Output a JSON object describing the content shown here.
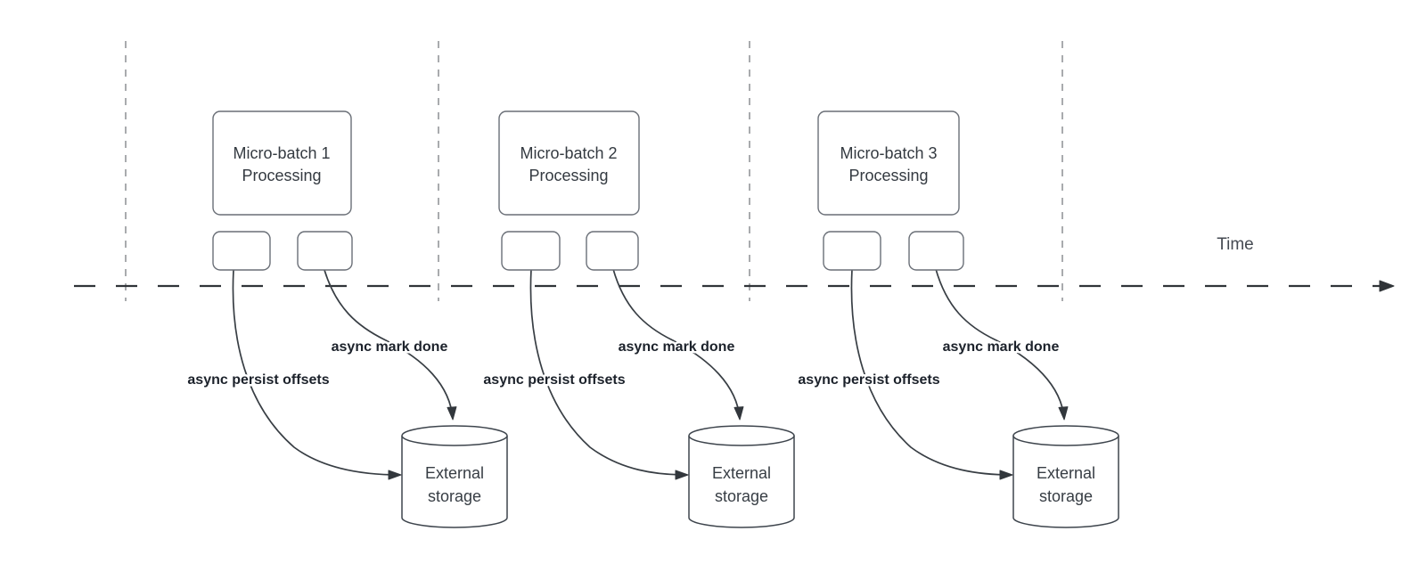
{
  "timeline": {
    "label": "Time"
  },
  "groups": [
    {
      "box_line1": "Micro-batch 1",
      "box_line2": "Processing",
      "persist_label": "async persist offsets",
      "done_label": "async mark done",
      "storage_line1": "External",
      "storage_line2": "storage"
    },
    {
      "box_line1": "Micro-batch 2",
      "box_line2": "Processing",
      "persist_label": "async persist offsets",
      "done_label": "async mark done",
      "storage_line1": "External",
      "storage_line2": "storage"
    },
    {
      "box_line1": "Micro-batch 3",
      "box_line2": "Processing",
      "persist_label": "async persist offsets",
      "done_label": "async mark done",
      "storage_line1": "External",
      "storage_line2": "storage"
    }
  ],
  "colors": {
    "background": "#ffffff",
    "shape_stroke": "#6a6f77",
    "cylinder_stroke": "#3e454d",
    "arrow_stroke": "#383e44",
    "timeline_stroke": "#303438",
    "guide_stroke": "#a9abae",
    "box_text": "#343a41",
    "edge_label_text": "#1c222b",
    "time_text": "#454a52"
  }
}
